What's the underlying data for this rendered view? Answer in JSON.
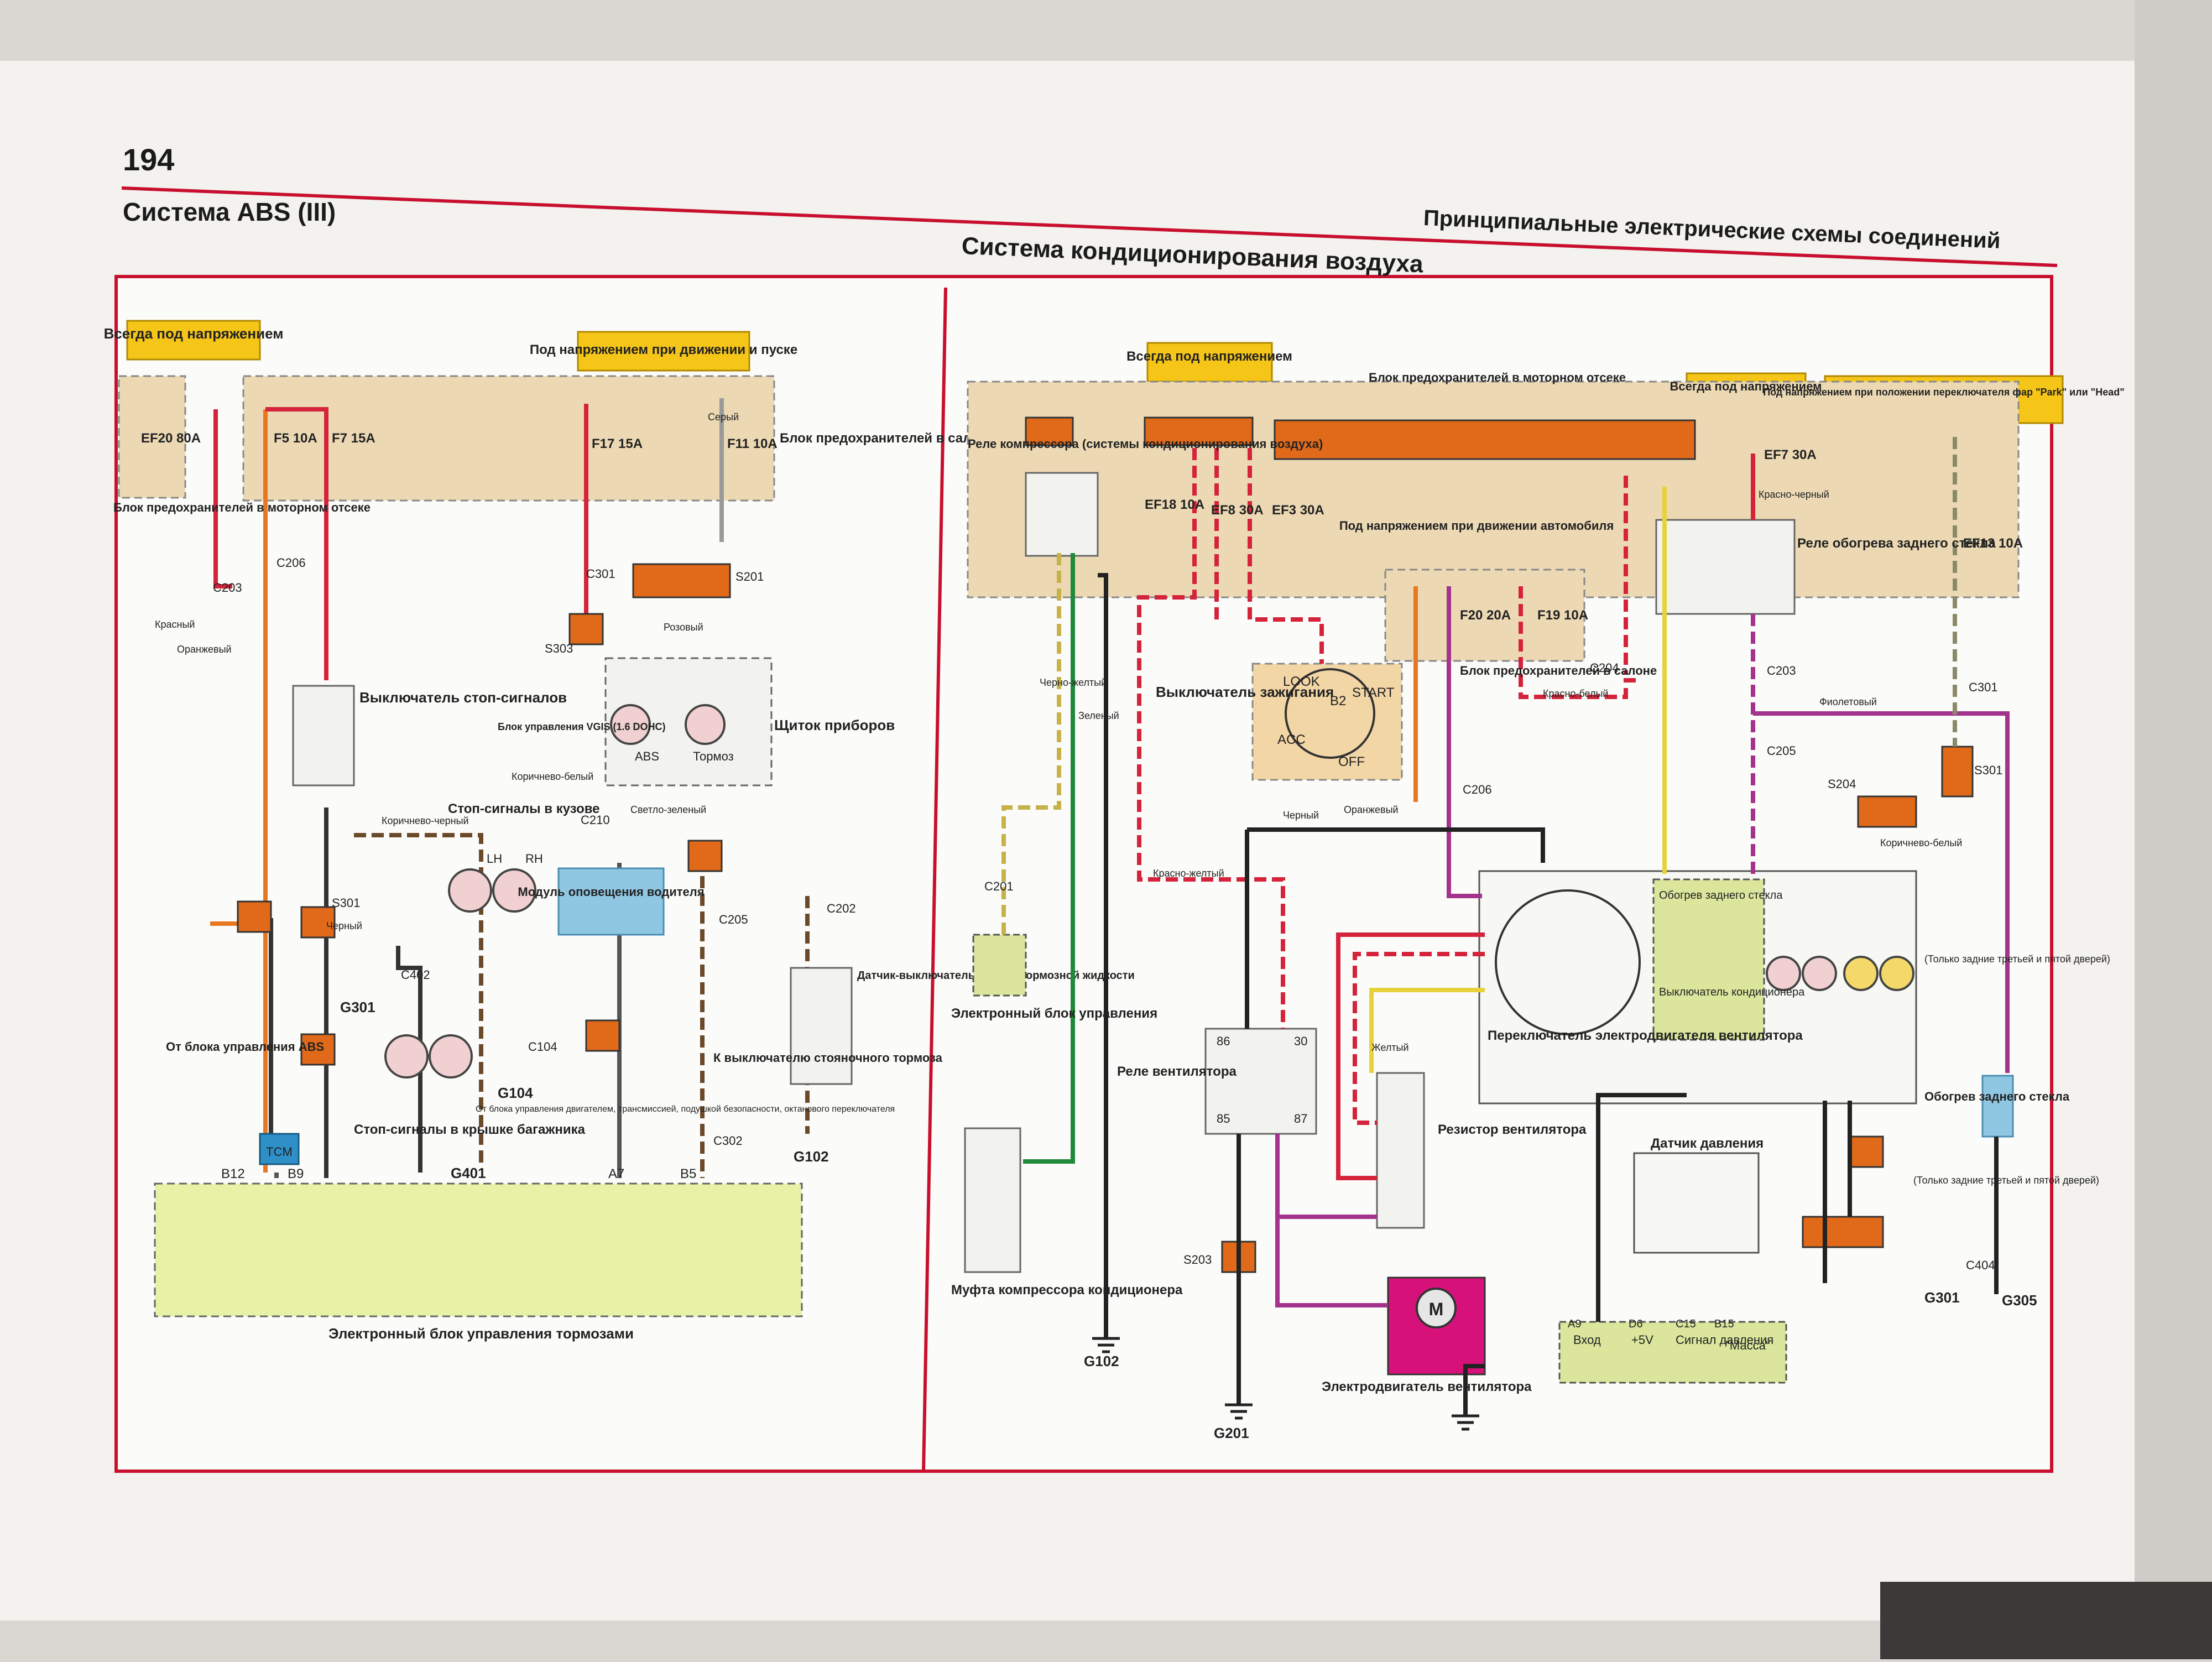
{
  "page": {
    "number": "194",
    "left_header": "Система ABS (III)",
    "right_header": "Принципиальные электрические схемы соединений",
    "subheader": "Система кондиционирования воздуха"
  },
  "abs": {
    "always_live": "Всегда под напряжением",
    "run_start_live": "Под напряжением при движении и пуске",
    "engine_fuse_box": "Блок предохранителей в моторном отсеке",
    "cabin_fuse_box": "Блок предохранителей в салоне",
    "fuses": [
      {
        "id": "EF20",
        "rating": "80A"
      },
      {
        "id": "F5",
        "rating": "10A"
      },
      {
        "id": "F7",
        "rating": "15A"
      },
      {
        "id": "F17",
        "rating": "15A"
      },
      {
        "id": "F11",
        "rating": "10A"
      }
    ],
    "connectors": [
      "C203",
      "C206",
      "C301",
      "S201",
      "S303",
      "S301",
      "C210",
      "C402",
      "C104",
      "C205",
      "C202",
      "C302"
    ],
    "stop_switch": "Выключатель стоп-сигналов",
    "engine_ecu": "Блок управления VGIS (1.6 DOHC)",
    "cluster": "Щиток приборов",
    "cluster_lamps": [
      "ABS",
      "Тормоз"
    ],
    "driver_module": "Модуль оповещения водителя",
    "body_lamps": "Стоп-сигналы в кузове",
    "trunk_lamps": "Стоп-сигналы в крышке багажника",
    "side_labels": [
      "LH",
      "RH"
    ],
    "from_abs": "От блока управления ABS",
    "tcm": "TCM",
    "from_engine": "От блока управления двигателем, трансмиссией, подушкой безопасности, октанового переключателя",
    "park_switch": "К выключателю стояночного тормоза",
    "level_sensor": "Датчик-выключатель уровня тормозной жидкости",
    "grounds": [
      "G301",
      "G104",
      "G401",
      "G102"
    ],
    "pins": [
      "B12",
      "B9",
      "A7",
      "B5"
    ],
    "ebcm": "Электронный блок управления тормозами",
    "wires": [
      "Красный",
      "Оранжевый",
      "Серый",
      "Розовый",
      "Черный",
      "Коричнево-черный",
      "Коричнево-белый",
      "Светло-зеленый"
    ]
  },
  "ac": {
    "always_live": "Всегда под напряжением",
    "engine_fuse_box": "Блок предохранителей в моторном отсеке",
    "relay_compressor": "Реле компрессора (системы кондиционирования воздуха)",
    "fuses_engine": [
      {
        "id": "EF18",
        "rating": "10A"
      },
      {
        "id": "EF8",
        "rating": "30A"
      },
      {
        "id": "EF3",
        "rating": "30A"
      },
      {
        "id": "EF7",
        "rating": "30A"
      },
      {
        "id": "EF13",
        "rating": "10A"
      }
    ],
    "drive_live": "Под напряжением при движении автомобиля",
    "cabin_fuses": [
      {
        "id": "F20",
        "rating": "20A"
      },
      {
        "id": "F19",
        "rating": "10A"
      }
    ],
    "cabin_fuse_box": "Блок предохранителей в салоне",
    "ignition": "Выключатель зажигания",
    "ign_positions": [
      "LOOK",
      "ACC",
      "START",
      "OFF",
      "B2"
    ],
    "rear_defog_relay": "Реле обогрева заднего стекла",
    "park_head_live": "Под напряжением при положении переключателя фар \"Park\" или \"Head\"",
    "ecu": "Электронный блок управления",
    "fan_relay": "Реле вентилятора",
    "fan_resistor": "Резистор вентилятора",
    "fan_switch": "Переключатель электродвигателя вентилятора",
    "ac_switch": "Выключатель кондиционера",
    "rear_glass_heat": "Обогрев заднего стекла",
    "pressure_sensor": "Датчик давления",
    "clutch": "Муфта компрессора кондиционера",
    "fan_motor": "Электродвигатель вентилятора",
    "sensor_pins": [
      "Вход",
      "+5V",
      "Сигнал давления",
      "\"Масса\""
    ],
    "sensor_pin_ids": [
      "A9",
      "D6",
      "C15",
      "B15"
    ],
    "rear_defog_note": "(Только задние третьей и пятой дверей)",
    "relay_pins": [
      "86",
      "30",
      "85",
      "87"
    ],
    "grounds": [
      "G102",
      "G201",
      "G301",
      "G305"
    ],
    "connectors": [
      "C201",
      "C203",
      "C204",
      "C205",
      "C206",
      "C301",
      "C404",
      "S203",
      "S204",
      "S301"
    ],
    "wires": [
      "Черно-желтый",
      "Зеленый",
      "Черный",
      "Красно-желтый",
      "Красно-белый",
      "Красно-черный",
      "Фиолетовый",
      "Оранжевый",
      "Желтый",
      "Коричнево-белый"
    ]
  }
}
